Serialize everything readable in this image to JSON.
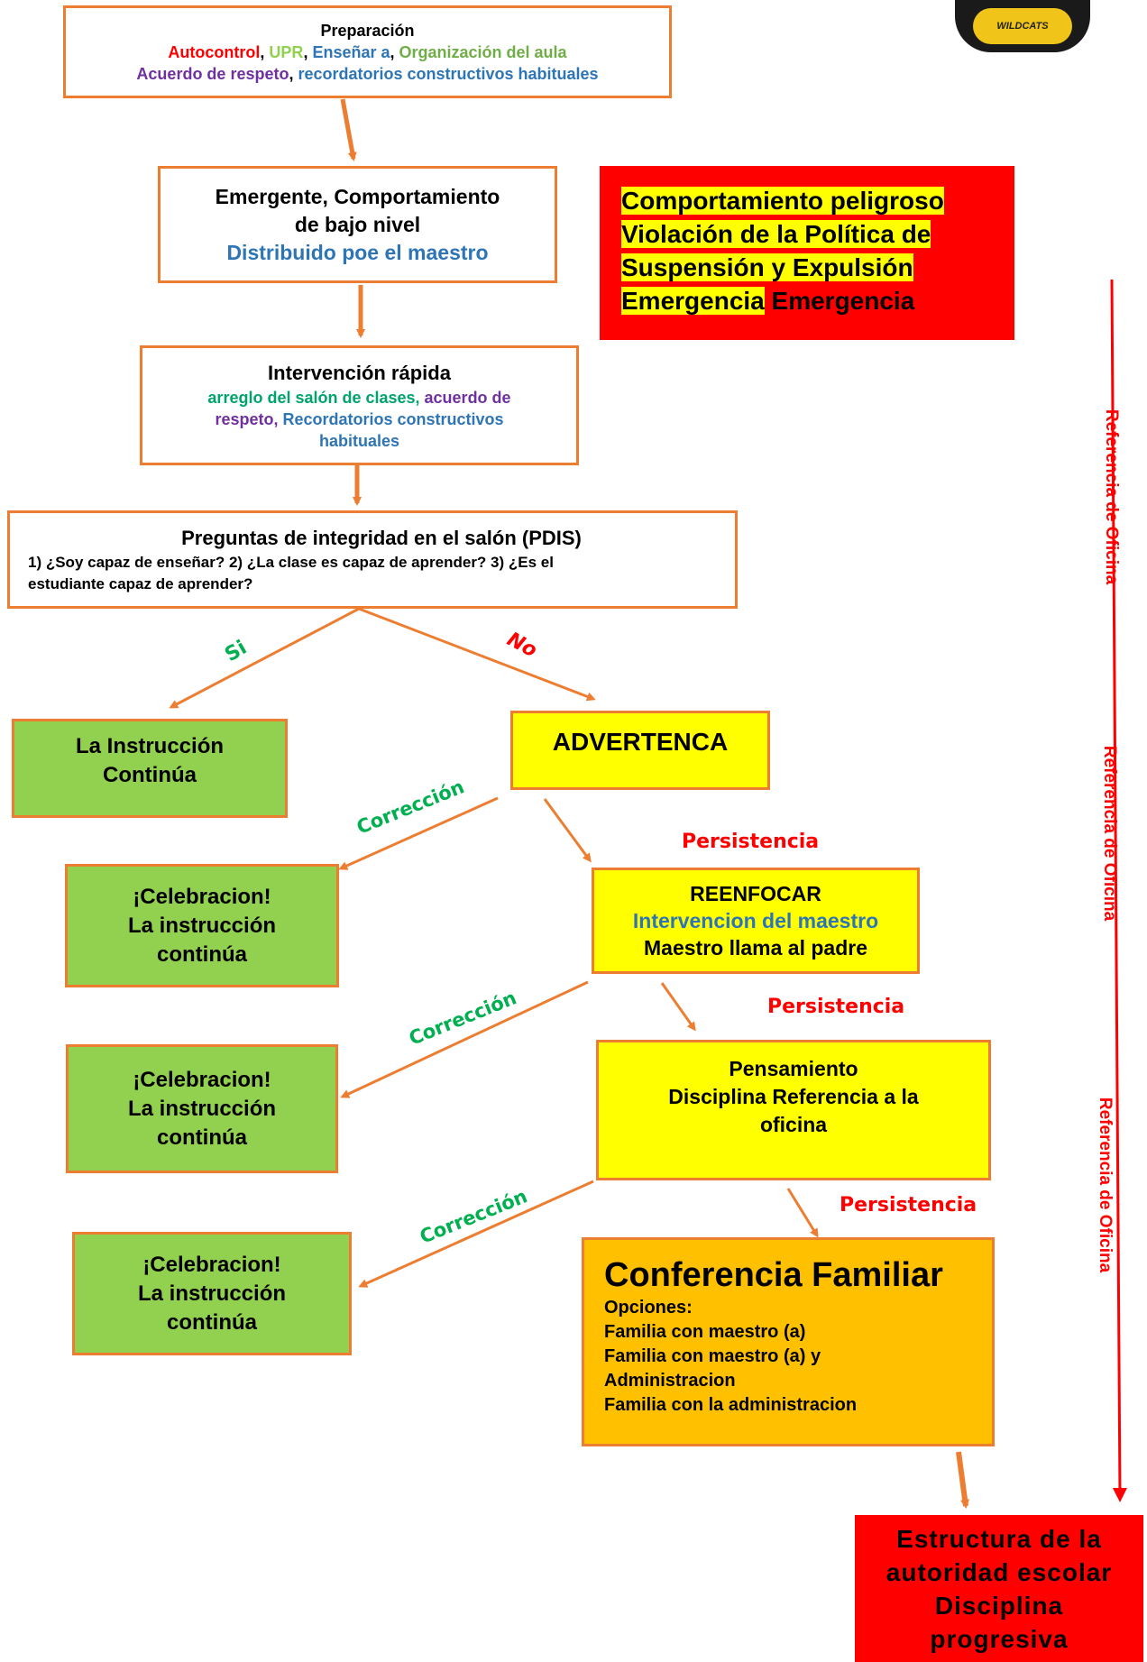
{
  "prep": {
    "title": "Preparación",
    "line2": [
      {
        "text": "Autocontrol",
        "color": "red"
      },
      {
        "text": ", ",
        "color": "black"
      },
      {
        "text": "UPR",
        "color": "green"
      },
      {
        "text": ", ",
        "color": "black"
      },
      {
        "text": "Enseñar a",
        "color": "blue"
      },
      {
        "text": ", ",
        "color": "black"
      },
      {
        "text": "Organización del aula",
        "color": "lightgreen"
      }
    ],
    "line3": [
      {
        "text": "Acuerdo de respeto",
        "color": "purple"
      },
      {
        "text": ", ",
        "color": "black"
      },
      {
        "text": "recordatorios constructivos habituales",
        "color": "blue"
      }
    ]
  },
  "logo": {
    "text": "WILDCATS"
  },
  "emergent": {
    "line1": "Emergente, Comportamiento",
    "line2": "de bajo nivel",
    "line3": "Distribuido poe el maestro"
  },
  "danger": {
    "line1": "Comportamiento peligroso",
    "line2": "Violación de la Política de",
    "line3": "Suspensión y Expulsión",
    "line4a": "Emergencia",
    "line4b": " Emergencia"
  },
  "quick": {
    "title": "Intervención rápida",
    "line2a": "arreglo del salón de clases, ",
    "line2b": "acuerdo de",
    "line3a": "respeto, ",
    "line3b": "Recordatorios constructivos",
    "line4": "habituales"
  },
  "pdis": {
    "title": "Preguntas de integridad en el salón (PDIS)",
    "line2": "1) ¿Soy capaz de enseñar? 2) ¿La clase es capaz de aprender? 3) ¿Es el",
    "line3": "estudiante capaz de aprender?"
  },
  "labels": {
    "si": "Si",
    "no": "No",
    "correction": "Corrección",
    "persistence": "Persistencia",
    "office_referral": "Referencia de Oficina"
  },
  "continue_box": {
    "line1": "La Instrucción",
    "line2": "Continúa"
  },
  "warning": {
    "text": "ADVERTENCA"
  },
  "celebration": {
    "line1": "¡Celebracion!",
    "line2": "La instrucción",
    "line3": "continúa"
  },
  "refocus": {
    "line1": "REENFOCAR",
    "line2": "Intervencion del maestro",
    "line3": "Maestro llama al padre"
  },
  "thinking": {
    "line1": "Pensamiento",
    "line2": "Disciplina Referencia a la",
    "line3": "oficina"
  },
  "conference": {
    "title": "Conferencia Familiar",
    "options": [
      "Opciones:",
      "Familia con maestro (a)",
      "Familia con maestro (a) y",
      "Administracion",
      "Familia con la administracion"
    ]
  },
  "structure": {
    "line1": "Estructura de la",
    "line2": "autoridad escolar",
    "line3": "Disciplina",
    "line4": "progresiva"
  },
  "colors": {
    "box_border": "#ed7d31",
    "arrow": "#ed7d31",
    "green_box": "#92d050",
    "yellow_box": "#ffff00",
    "gold_box": "#ffc000",
    "red_box": "#ff0000",
    "label_green": "#00b050",
    "label_red": "#ff0000"
  }
}
